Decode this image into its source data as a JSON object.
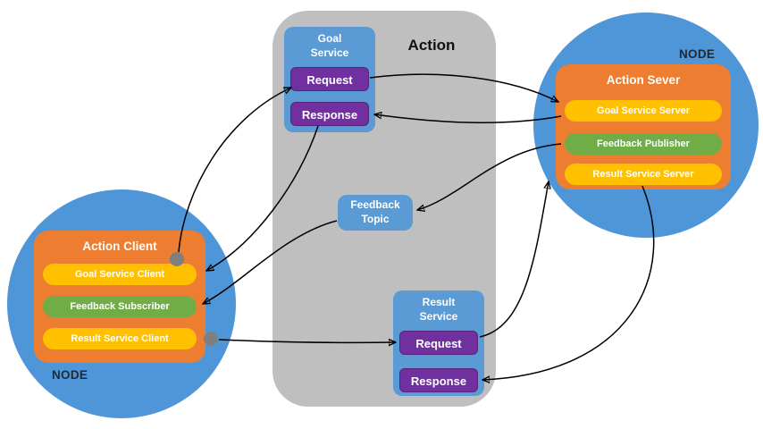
{
  "diagram": {
    "action": {
      "title": "Action"
    },
    "goal_service": {
      "title": "Goal Service",
      "request_label": "Request",
      "response_label": "Response"
    },
    "feedback_topic": {
      "title": "Feedback Topic"
    },
    "result_service": {
      "title": "Result Service",
      "request_label": "Request",
      "response_label": "Response"
    },
    "client_node": {
      "node_label": "NODE",
      "box_title": "Action Client",
      "items": [
        {
          "label": "Goal Service Client",
          "color": "#FFC000"
        },
        {
          "label": "Feedback Subscriber",
          "color": "#70AD47"
        },
        {
          "label": "Result Service Client",
          "color": "#FFC000"
        }
      ]
    },
    "server_node": {
      "node_label": "NODE",
      "box_title": "Action Sever",
      "items": [
        {
          "label": "Goal Service Server",
          "color": "#FFC000"
        },
        {
          "label": "Feedback Publisher",
          "color": "#70AD47"
        },
        {
          "label": "Result Service Server",
          "color": "#FFC000"
        }
      ]
    },
    "colors": {
      "node_circle": "#4E96D7",
      "action_panel": "#BFBFBF",
      "service_box": "#5B9BD5",
      "request_button": "#7030A0",
      "node_box": "#ED7D31",
      "pill_yellow": "#FFC000",
      "pill_green": "#70AD47",
      "connector_dot": "#7F7F7F",
      "arrow": "#000000"
    }
  }
}
